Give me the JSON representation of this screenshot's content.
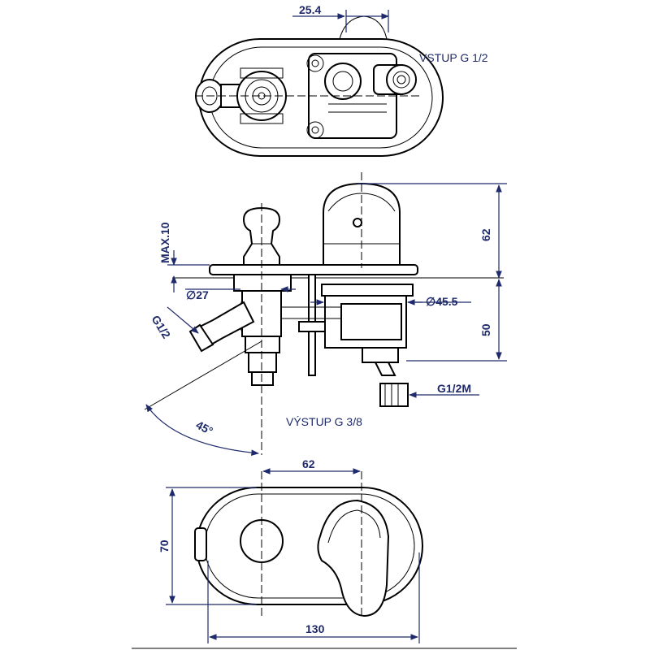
{
  "labels": {
    "inlet": "VSTUP G 1/2",
    "outlet": "VÝSTUP G 3/8",
    "g12_left": "G1/2",
    "g12m": "G1/2M",
    "max10": "MAX.10",
    "dia27": "∅27",
    "dia455": "∅45.5",
    "angle45": "45°"
  },
  "dimensions": {
    "d254": "25.4",
    "d62_right": "62",
    "d50": "50",
    "d62_top": "62",
    "d70": "70",
    "d130": "130"
  },
  "colors": {
    "dimension": "#1f2a6b",
    "line": "#000000",
    "background": "#ffffff"
  }
}
